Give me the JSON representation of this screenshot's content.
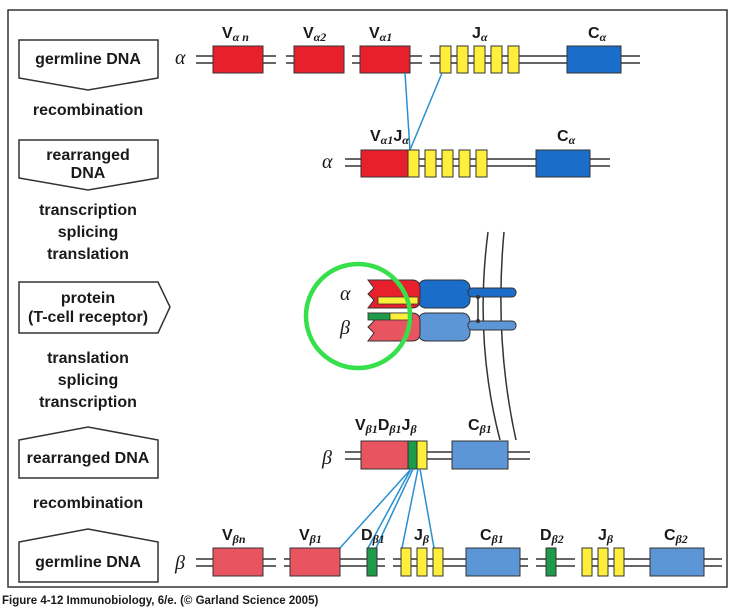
{
  "colors": {
    "v_alpha": "#e8202c",
    "v_beta": "#e85560",
    "j": "#ffef3a",
    "c_alpha": "#1a6ec9",
    "c_beta": "#5c96d6",
    "d_beta": "#1d9a4a",
    "connector": "#2a8fd0",
    "highlight_circle": "#35e04a",
    "frame": "#333333"
  },
  "stages": {
    "germline_alpha": "germline DNA",
    "recombination_1": "recombination",
    "rearranged_alpha": [
      "rearranged",
      "DNA"
    ],
    "transcription_block_1": [
      "transcription",
      "splicing",
      "translation"
    ],
    "protein": [
      "protein",
      "(T-cell receptor)"
    ],
    "transcription_block_2": [
      "translation",
      "splicing",
      "transcription"
    ],
    "rearranged_beta": "rearranged DNA",
    "recombination_2": "recombination",
    "germline_beta": "germline DNA"
  },
  "chains": {
    "alpha": "α",
    "beta": "β"
  },
  "germline_alpha_labels": {
    "v_alpha_n": {
      "base": "V",
      "sub": "α n"
    },
    "v_alpha_2": {
      "base": "V",
      "sub": "α2"
    },
    "v_alpha_1": {
      "base": "V",
      "sub": "α1"
    },
    "j_alpha": {
      "base": "J",
      "sub": "α"
    },
    "c_alpha": {
      "base": "C",
      "sub": "α"
    }
  },
  "rearranged_alpha_labels": {
    "vj": {
      "base": "V",
      "sub": "α1",
      "base2": "J",
      "sub2": "α"
    },
    "c_alpha": {
      "base": "C",
      "sub": "α"
    }
  },
  "rearranged_beta_labels": {
    "vdj": {
      "v": "V",
      "v_sub": "β1",
      "d": "D",
      "d_sub": "β1",
      "j": "J",
      "j_sub": "β"
    },
    "c_beta_1": {
      "base": "C",
      "sub": "β1"
    }
  },
  "germline_beta_labels": {
    "v_beta_n": {
      "base": "V",
      "sub": "βn"
    },
    "v_beta_1": {
      "base": "V",
      "sub": "β1"
    },
    "d_beta_1": {
      "base": "D",
      "sub": "β1"
    },
    "j_beta_1": {
      "base": "J",
      "sub": "β"
    },
    "c_beta_1": {
      "base": "C",
      "sub": "β1"
    },
    "d_beta_2": {
      "base": "D",
      "sub": "β2"
    },
    "j_beta_2": {
      "base": "J",
      "sub": "β"
    },
    "c_beta_2": {
      "base": "C",
      "sub": "β2"
    }
  },
  "caption": "Figure 4-12 Immunobiology, 6/e. (© Garland Science 2005)"
}
